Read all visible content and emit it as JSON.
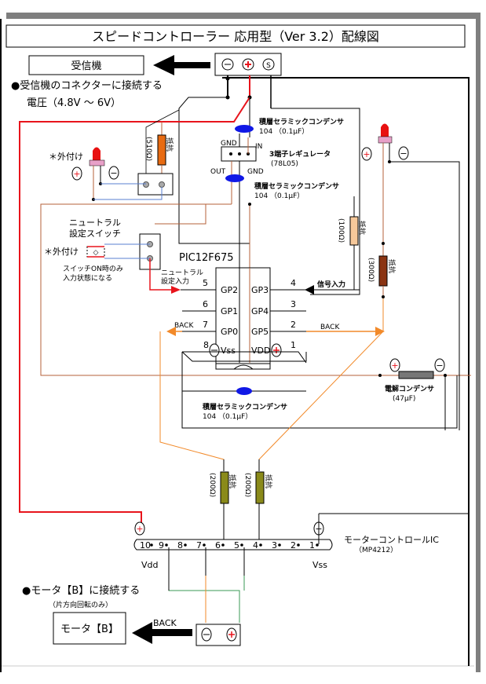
{
  "title": "スピードコントローラー 応用型（Ver 3.2）配線図",
  "receiver": {
    "label": "受信機",
    "connector_terminals": [
      "⊖",
      "⊕",
      "Ⓢ"
    ],
    "note_line1": "●受信機のコネクターに接続する",
    "note_line2": "電圧（4.8V ～ 6V）"
  },
  "led_left": {
    "label": "＊外付け",
    "plus": "+",
    "minus": "−"
  },
  "resistor_510": {
    "value": "(510Ω)",
    "name": "抵抗"
  },
  "cap_top": {
    "line1": "積層セラミックコンデンサ",
    "line2": "104 （0.1μF）"
  },
  "regulator": {
    "name": "3端子レギュレータ",
    "part": "(78L05)",
    "pin_gnd_top": "GND",
    "pin_in": "IN",
    "pin_out": "OUT",
    "pin_gnd_bottom": "GND"
  },
  "cap_mid": {
    "line1": "積層セラミックコンデンサ",
    "line2": "104 （0.1μF）"
  },
  "neutral_switch": {
    "title_line1": "ニュートラル",
    "title_line2": "設定スイッチ",
    "external": "＊外付け",
    "note_line1": "スイッチON時のみ",
    "note_line2": "入力状態になる"
  },
  "pic": {
    "name": "PIC12F675",
    "left_pins": [
      {
        "num": "5",
        "name": "GP2",
        "label": "設定入力",
        "label_top": "ニュートラル"
      },
      {
        "num": "6",
        "name": "GP1",
        "label": ""
      },
      {
        "num": "7",
        "name": "GP0",
        "label": "BACK"
      },
      {
        "num": "8",
        "name": "Vss",
        "label": ""
      }
    ],
    "right_pins": [
      {
        "num": "4",
        "name": "GP3",
        "label": "信号入力"
      },
      {
        "num": "3",
        "name": "GP4",
        "label": ""
      },
      {
        "num": "2",
        "name": "GP5",
        "label": "BACK"
      },
      {
        "num": "1",
        "name": "VDD",
        "label": ""
      }
    ]
  },
  "resistor_100": {
    "value": "(100Ω)",
    "name": "抵抗"
  },
  "resistor_300": {
    "value": "(300Ω)",
    "name": "抵抗"
  },
  "led_right": {
    "plus": "+",
    "minus": "−"
  },
  "electrolytic_cap": {
    "line1": "電解コンデンサ",
    "line2": "(47μF)"
  },
  "cap_bottom": {
    "line1": "積層セラミックコンデンサ",
    "line2": "104 （0.1μF）"
  },
  "resistor_200_a": {
    "value": "(200Ω)",
    "name": "抵抗"
  },
  "resistor_200_b": {
    "value": "(200Ω)",
    "name": "抵抗"
  },
  "motor_ic": {
    "name": "モーターコントロールIC",
    "part": "（MP4212）",
    "pins": [
      "10",
      "9",
      "8",
      "7",
      "6",
      "5",
      "4",
      "3",
      "2",
      "1"
    ],
    "vdd": "Vdd",
    "vss": "Vss"
  },
  "motor": {
    "note_line1": "●モータ【B】に接続する",
    "note_line2": "（片方向回転のみ）",
    "label": "モータ【B】",
    "arrow_label": "BACK"
  },
  "colors": {
    "power_red": "#e8141c",
    "wire_brown": "#b5603a",
    "wire_orange": "#f28a2a",
    "wire_blue": "#5a7fd0",
    "wire_green": "#3a9a55",
    "cap_blue": "#1018e6",
    "res_orange": "#e86b12",
    "res_tan": "#f6c89a",
    "res_brown": "#8b3412",
    "res_olive": "#8a8a1a",
    "led_red": "#e81010",
    "led_pink": "#e8a0c8",
    "frame_gray": "#7f7f7f"
  }
}
